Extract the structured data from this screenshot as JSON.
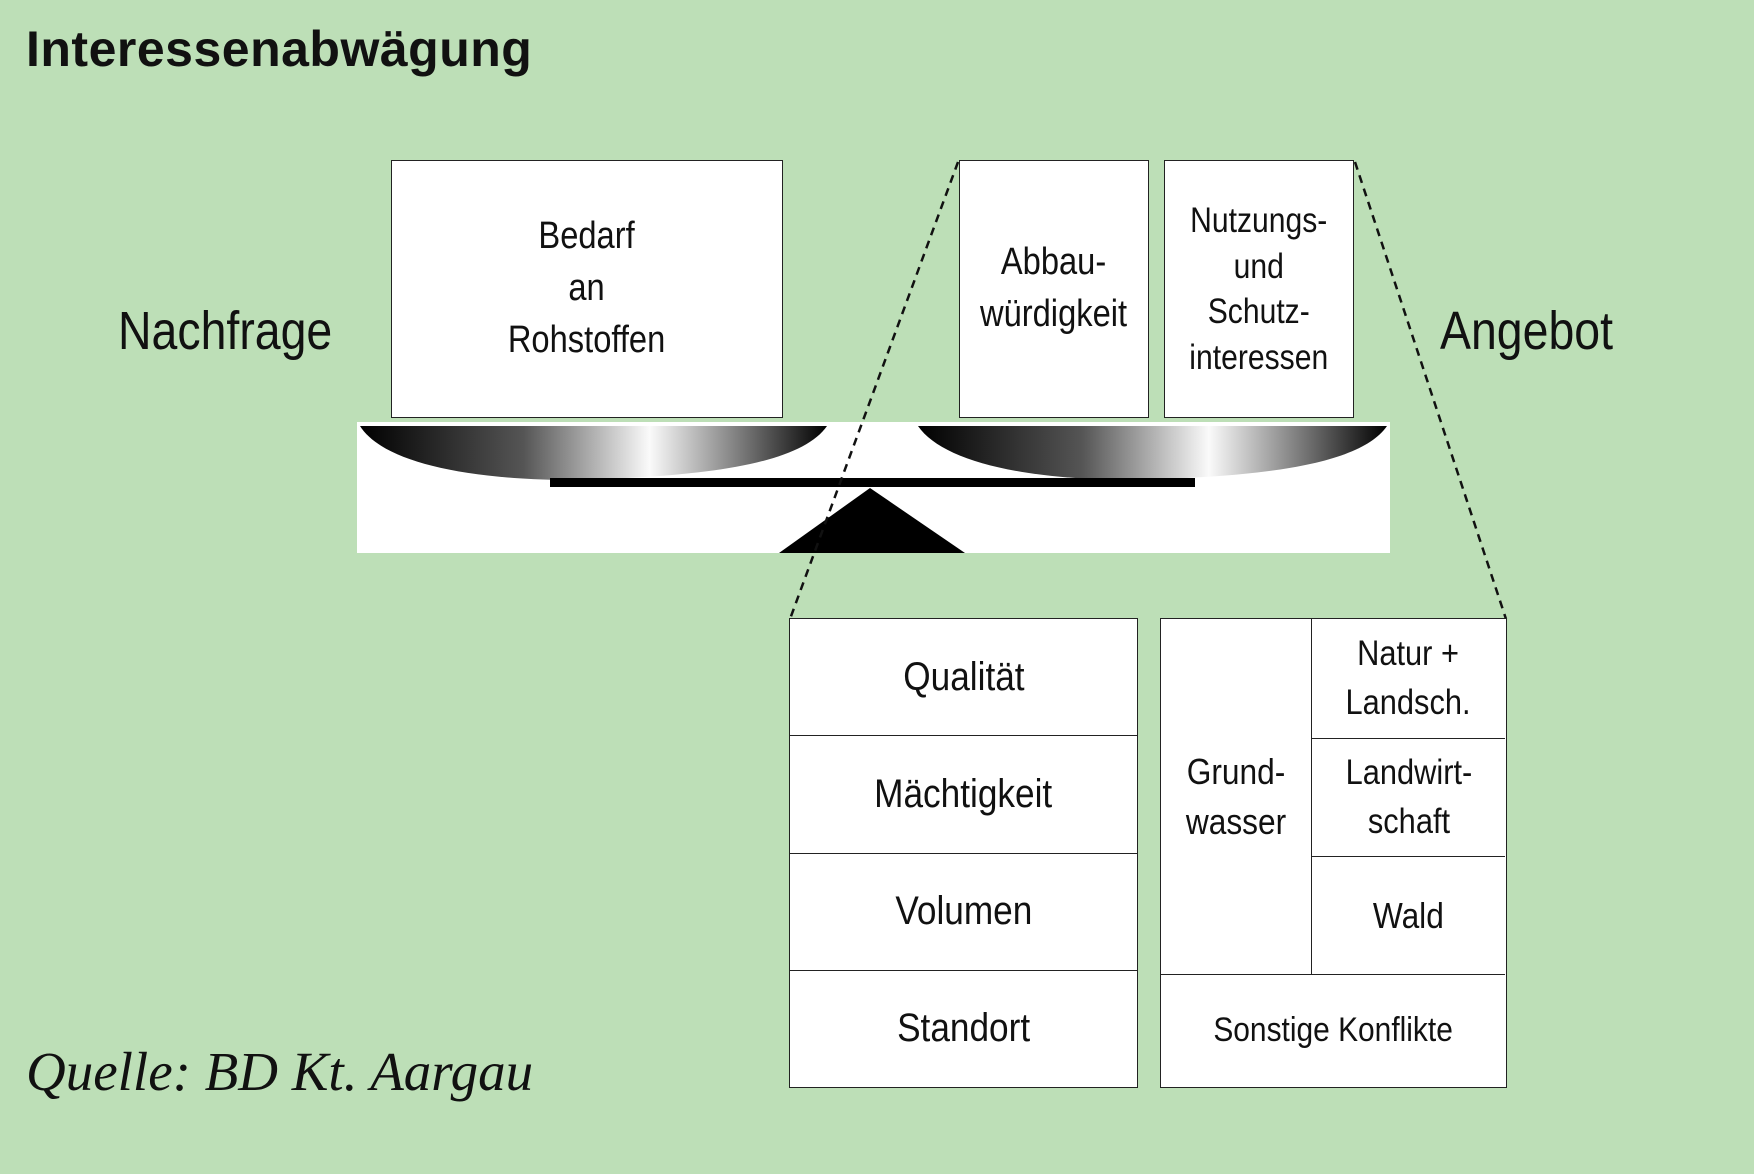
{
  "title": "Interessenabwägung",
  "left_label": "Nachfrage",
  "right_label": "Angebot",
  "demand_box": "Bedarf\nan\nRohstoffen",
  "supply_boxes": {
    "mining": "Abbau-\nwürdigkeit",
    "usage": "Nutzungs-\nund\nSchutz-\ninteressen"
  },
  "mining_factors": [
    "Qualität",
    "Mächtigkeit",
    "Volumen",
    "Standort"
  ],
  "usage_factors": {
    "groundwater": "Grund-\nwasser",
    "nature": "Natur +\nLandsch.",
    "agriculture": "Landwirt-\nschaft",
    "forest": "Wald",
    "other": "Sonstige Konflikte"
  },
  "source": "Quelle: BD Kt. Aargau",
  "colors": {
    "background": "#bddfb7",
    "box_fill": "#ffffff",
    "stroke": "#111111"
  }
}
